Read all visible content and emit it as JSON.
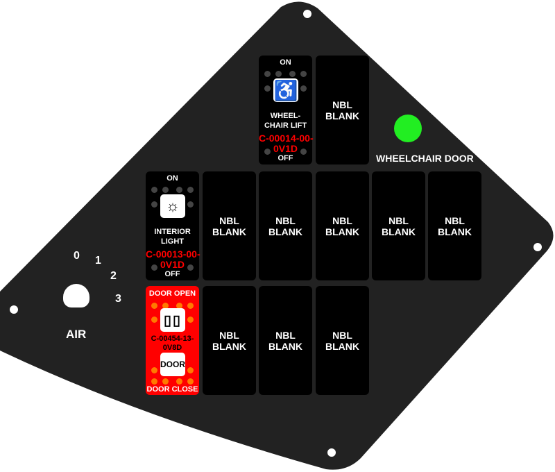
{
  "switches": {
    "wheelchair_lift": {
      "top": "ON",
      "label": "WHEEL-\nCHAIR LIFT",
      "code": "C-00014-00-\n0V1D",
      "bottom": "OFF",
      "icon": "wheelchair-icon"
    },
    "interior_light": {
      "top": "ON",
      "label": "INTERIOR\nLIGHT",
      "code": "C-00013-00-\n0V1D",
      "bottom": "OFF",
      "icon": "dome-light-icon"
    },
    "door": {
      "top": "DOOR OPEN",
      "code": "C-00454-13-\n0V8D",
      "button": "DOOR",
      "bottom": "DOOR CLOSE",
      "icon": "door-icon",
      "color": "#ff0000"
    },
    "blank_label": "NBL\nBLANK"
  },
  "indicator": {
    "label": "WHEELCHAIR DOOR",
    "color": "#22ee22"
  },
  "air": {
    "label": "AIR",
    "positions": [
      "0",
      "1",
      "2",
      "3"
    ]
  }
}
